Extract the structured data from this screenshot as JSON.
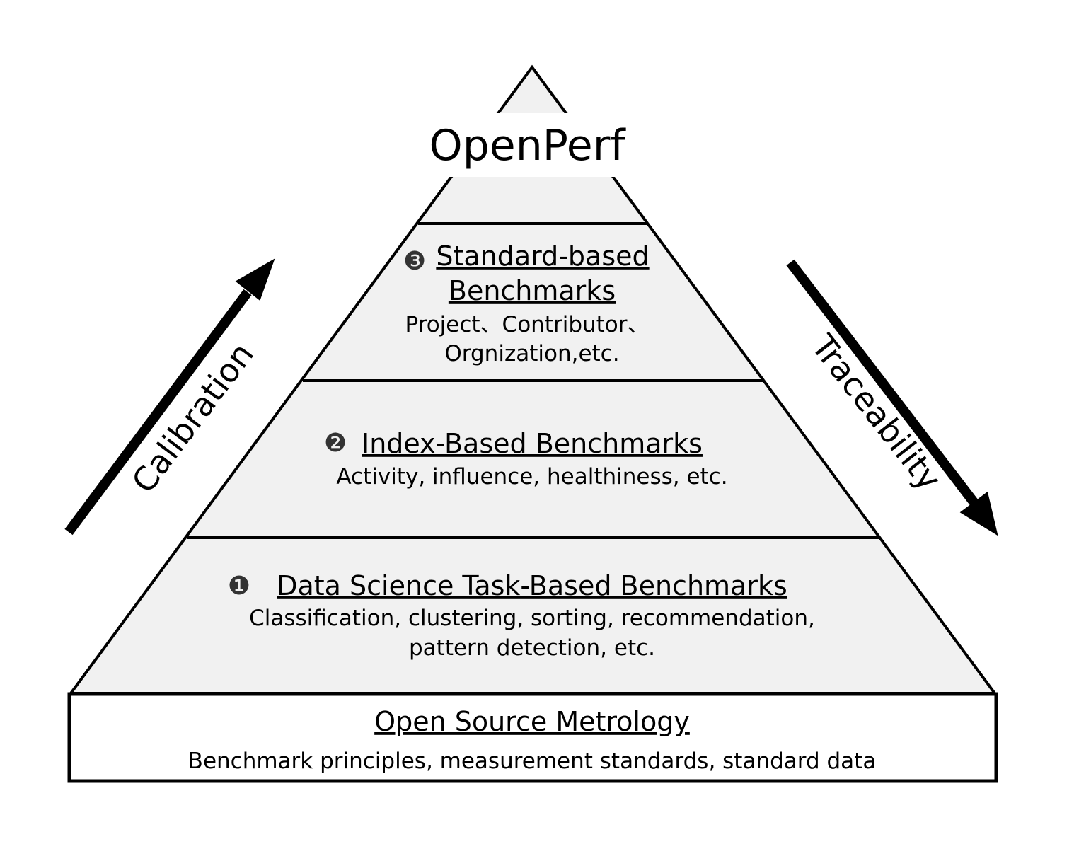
{
  "title": "OpenPerf",
  "colors": {
    "tier_fill": "#f1f1f1",
    "base_fill": "#ffffff",
    "stroke": "#000000"
  },
  "tiers": {
    "standard": {
      "number": "❸",
      "heading_line1": "Standard-based",
      "heading_line2": "Benchmarks",
      "desc_line1": "Project、Contributor、",
      "desc_line2": "Orgnization,etc."
    },
    "index": {
      "number": "❷",
      "heading": "Index-Based Benchmarks",
      "desc": "Activity, influence, healthiness, etc."
    },
    "data_science": {
      "number": "❶",
      "heading": "Data Science Task-Based Benchmarks",
      "desc_line1": "Classification, clustering, sorting, recommendation,",
      "desc_line2": "pattern detection, etc."
    }
  },
  "base": {
    "heading": "Open Source Metrology",
    "desc": "Benchmark principles, measurement standards, standard data"
  },
  "arrows": {
    "left_label": "Calibration",
    "right_label": "Traceability"
  }
}
